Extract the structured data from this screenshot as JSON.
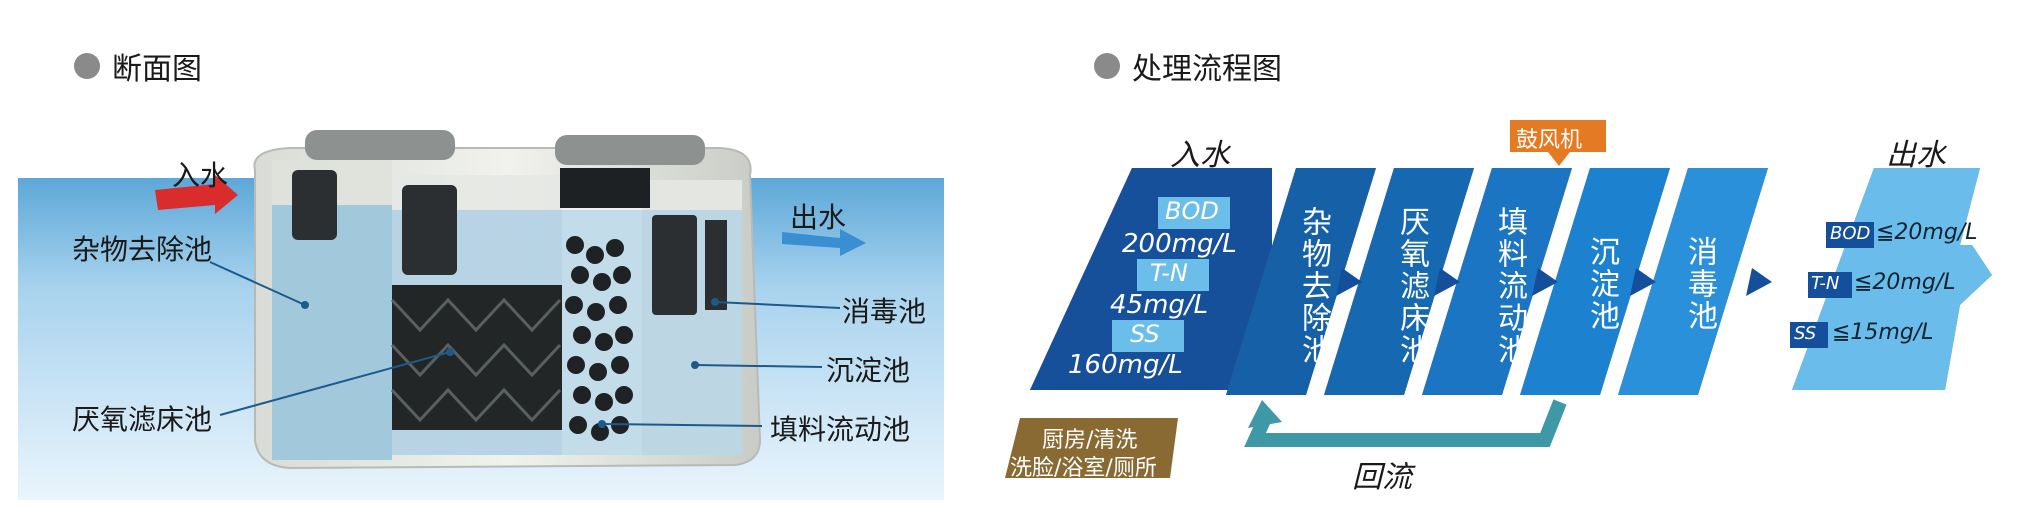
{
  "left": {
    "title": "断面图",
    "labels": {
      "inflow": "入水",
      "outflow": "出水",
      "debris_tank": "杂物去除池",
      "anaerobic_tank": "厌氧滤床池",
      "disinfection_tank": "消毒池",
      "sedimentation_tank": "沉淀池",
      "moving_bed_tank": "填料流动池"
    }
  },
  "right": {
    "title": "处理流程图",
    "inflow_label": "入水",
    "outflow_label": "出水",
    "blower_label": "鼓风机",
    "return_label": "回流",
    "source_line1": "厨房/清洗",
    "source_line2": "洗脸/浴室/厕所",
    "inflow_params": [
      {
        "name": "BOD",
        "value": "200mg/L"
      },
      {
        "name": "T-N",
        "value": "45mg/L"
      },
      {
        "name": "SS",
        "value": "160mg/L"
      }
    ],
    "outflow_params": [
      {
        "name": "BOD",
        "value": "≦20mg/L"
      },
      {
        "name": "T-N",
        "value": "≦20mg/L"
      },
      {
        "name": "SS",
        "value": "≦15mg/L"
      }
    ],
    "stages": [
      "杂物去除池",
      "厌氧滤床池",
      "填料流动池",
      "沉淀池",
      "消毒池"
    ]
  },
  "colors": {
    "dark_blue": "#134f9a",
    "mid_blue": "#1a74c2",
    "light_blue": "#6bbdea",
    "orange": "#e47a22",
    "brown": "#8a6a33",
    "teal": "#3e98a6",
    "red_arrow": "#d92d2d"
  }
}
